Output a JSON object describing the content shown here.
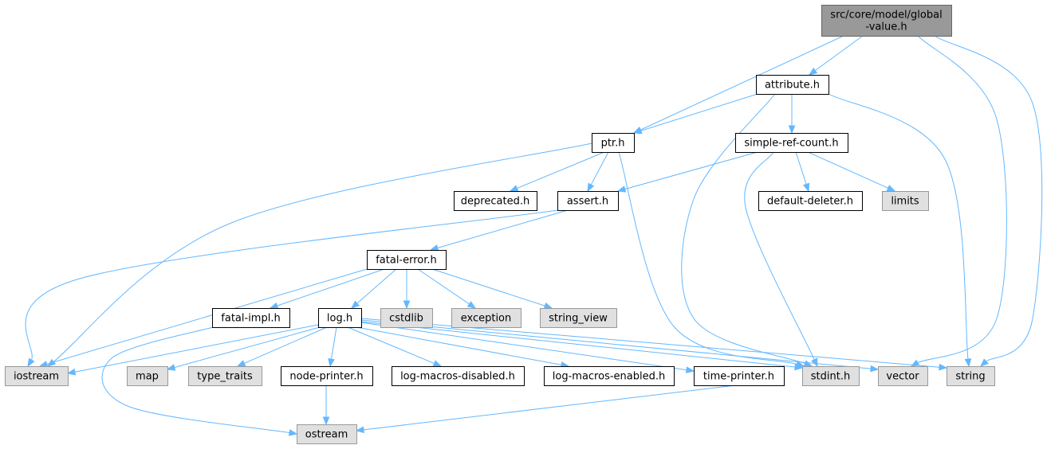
{
  "colors": {
    "edge": "#63b8ff",
    "root_fill": "#999999",
    "root_border": "#666666",
    "documented_fill": "#ffffff",
    "documented_border": "#000000",
    "external_fill": "#e0e0e0",
    "external_border": "#999999"
  },
  "nodes": {
    "global_value_h": {
      "lines": [
        "src/core/model/global",
        "-value.h"
      ],
      "kind": "root"
    },
    "attribute_h": {
      "lines": [
        "attribute.h"
      ],
      "kind": "documented"
    },
    "ptr_h": {
      "lines": [
        "ptr.h"
      ],
      "kind": "documented"
    },
    "simple_ref_count_h": {
      "lines": [
        "simple-ref-count.h"
      ],
      "kind": "documented"
    },
    "deprecated_h": {
      "lines": [
        "deprecated.h"
      ],
      "kind": "documented"
    },
    "assert_h": {
      "lines": [
        "assert.h"
      ],
      "kind": "documented"
    },
    "default_deleter_h": {
      "lines": [
        "default-deleter.h"
      ],
      "kind": "documented"
    },
    "limits": {
      "lines": [
        "limits"
      ],
      "kind": "external"
    },
    "fatal_error_h": {
      "lines": [
        "fatal-error.h"
      ],
      "kind": "documented"
    },
    "fatal_impl_h": {
      "lines": [
        "fatal-impl.h"
      ],
      "kind": "documented"
    },
    "log_h": {
      "lines": [
        "log.h"
      ],
      "kind": "documented"
    },
    "cstdlib": {
      "lines": [
        "cstdlib"
      ],
      "kind": "external"
    },
    "exception": {
      "lines": [
        "exception"
      ],
      "kind": "external"
    },
    "string_view": {
      "lines": [
        "string_view"
      ],
      "kind": "external"
    },
    "iostream": {
      "lines": [
        "iostream"
      ],
      "kind": "external"
    },
    "map": {
      "lines": [
        "map"
      ],
      "kind": "external"
    },
    "type_traits": {
      "lines": [
        "type_traits"
      ],
      "kind": "external"
    },
    "node_printer_h": {
      "lines": [
        "node-printer.h"
      ],
      "kind": "documented"
    },
    "log_macros_disabled_h": {
      "lines": [
        "log-macros-disabled.h"
      ],
      "kind": "documented"
    },
    "log_macros_enabled_h": {
      "lines": [
        "log-macros-enabled.h"
      ],
      "kind": "documented"
    },
    "time_printer_h": {
      "lines": [
        "time-printer.h"
      ],
      "kind": "documented"
    },
    "stdint_h": {
      "lines": [
        "stdint.h"
      ],
      "kind": "external"
    },
    "vector": {
      "lines": [
        "vector"
      ],
      "kind": "external"
    },
    "string": {
      "lines": [
        "string"
      ],
      "kind": "external"
    },
    "ostream": {
      "lines": [
        "ostream"
      ],
      "kind": "external"
    }
  },
  "edges": [
    {
      "from": "global_value_h",
      "to": "attribute_h"
    },
    {
      "from": "global_value_h",
      "to": "ptr_h"
    },
    {
      "from": "global_value_h",
      "to": "vector"
    },
    {
      "from": "global_value_h",
      "to": "string"
    },
    {
      "from": "attribute_h",
      "to": "ptr_h"
    },
    {
      "from": "attribute_h",
      "to": "simple_ref_count_h"
    },
    {
      "from": "attribute_h",
      "to": "stdint_h"
    },
    {
      "from": "attribute_h",
      "to": "string"
    },
    {
      "from": "ptr_h",
      "to": "deprecated_h"
    },
    {
      "from": "ptr_h",
      "to": "assert_h"
    },
    {
      "from": "ptr_h",
      "to": "iostream"
    },
    {
      "from": "ptr_h",
      "to": "stdint_h"
    },
    {
      "from": "simple_ref_count_h",
      "to": "assert_h"
    },
    {
      "from": "simple_ref_count_h",
      "to": "default_deleter_h"
    },
    {
      "from": "simple_ref_count_h",
      "to": "limits"
    },
    {
      "from": "simple_ref_count_h",
      "to": "stdint_h"
    },
    {
      "from": "assert_h",
      "to": "fatal_error_h"
    },
    {
      "from": "assert_h",
      "to": "iostream"
    },
    {
      "from": "fatal_error_h",
      "to": "fatal_impl_h"
    },
    {
      "from": "fatal_error_h",
      "to": "log_h"
    },
    {
      "from": "fatal_error_h",
      "to": "cstdlib"
    },
    {
      "from": "fatal_error_h",
      "to": "exception"
    },
    {
      "from": "fatal_error_h",
      "to": "string_view"
    },
    {
      "from": "fatal_error_h",
      "to": "iostream"
    },
    {
      "from": "fatal_impl_h",
      "to": "ostream"
    },
    {
      "from": "log_h",
      "to": "iostream"
    },
    {
      "from": "log_h",
      "to": "map"
    },
    {
      "from": "log_h",
      "to": "type_traits"
    },
    {
      "from": "log_h",
      "to": "node_printer_h"
    },
    {
      "from": "log_h",
      "to": "log_macros_disabled_h"
    },
    {
      "from": "log_h",
      "to": "log_macros_enabled_h"
    },
    {
      "from": "log_h",
      "to": "time_printer_h"
    },
    {
      "from": "log_h",
      "to": "stdint_h"
    },
    {
      "from": "log_h",
      "to": "vector"
    },
    {
      "from": "log_h",
      "to": "string"
    },
    {
      "from": "node_printer_h",
      "to": "ostream"
    },
    {
      "from": "time_printer_h",
      "to": "ostream"
    }
  ]
}
